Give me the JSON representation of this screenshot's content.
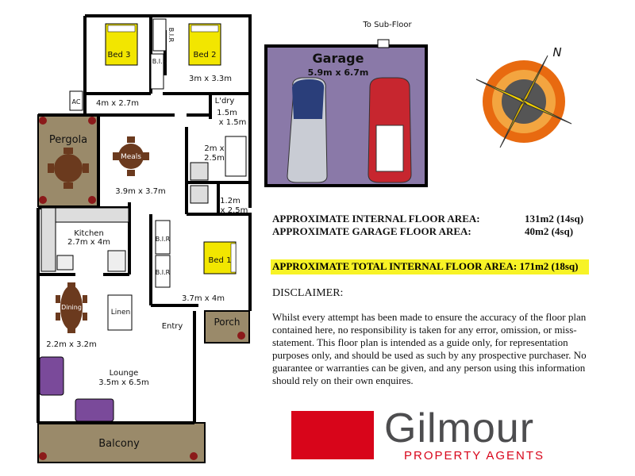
{
  "rooms": {
    "bed3": "Bed 3",
    "bed2": "Bed 2",
    "bir": "B.I.R",
    "ac": "AC",
    "bed3_dim": "4m x 2.7m",
    "bed2_dim": "3m x 3.3m",
    "laundry": "L'dry",
    "laundry_dim1": "1.5m",
    "laundry_dim2": "x 1.5m",
    "pergola": "Pergola",
    "meals": "Meals",
    "meals_dim": "3.9m x 3.7m",
    "bath_dim1": "2m x",
    "bath_dim2": "2.5m",
    "ens_dim1": "1.2m",
    "ens_dim2": "x 2.5m",
    "kitchen": "Kitchen",
    "kitchen_dim": "2.7m x 4m",
    "bed1": "Bed 1",
    "bed1_dim": "3.7m x 4m",
    "dining": "Dining",
    "linen": "Linen",
    "entry": "Entry",
    "porch": "Porch",
    "dining_dim": "2.2m x 3.2m",
    "lounge": "Lounge",
    "lounge_dim": "3.5m x 6.5m",
    "balcony": "Balcony"
  },
  "garage": {
    "sub_floor": "To Sub-Floor",
    "title": "Garage",
    "dim": "5.9m x 6.7m"
  },
  "compass": {
    "north": "N"
  },
  "areas": {
    "internal_label": "APPROXIMATE INTERNAL FLOOR AREA:",
    "internal_value": "131m2 (14sq)",
    "garage_label": "APPROXIMATE GARAGE FLOOR AREA:",
    "garage_value": "40m2 (4sq)",
    "total": "APPROXIMATE TOTAL INTERNAL FLOOR AREA: 171m2 (18sq)"
  },
  "disclaimer": {
    "title": "DISCLAIMER:",
    "body": "Whilst every attempt has been made to ensure the accuracy of the floor plan contained here, no responsibility is taken for any error, omission, or miss-statement. This floor plan is intended as a guide only, for representation purposes only, and should be used as such by any prospective purchaser. No guarantee or warranties can be given, and any person using this information should rely on their own enquires."
  },
  "logo": {
    "name": "Gilmour",
    "tagline": "PROPERTY AGENTS"
  },
  "colors": {
    "wall": "#000000",
    "garage_floor": "#8a79a8",
    "deck": "#9a8a6a",
    "bed_yellow": "#f2e600",
    "sofa": "#7a4a9a",
    "table_brown": "#6b3a1e",
    "highlight": "#f7f326",
    "brand_red": "#d8051a"
  }
}
